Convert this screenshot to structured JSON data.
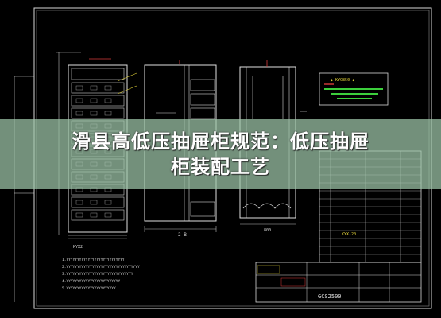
{
  "title": {
    "line1": "滑县高低压抽屉柜规范：低压抽屉",
    "line2": "柜装配工艺"
  },
  "drawing": {
    "dim_front": "800",
    "dim_side": "2 B",
    "panel_model": "GCS2500",
    "left_label": "KYX2",
    "legend_label": "◆ KYG850 ◆",
    "table_cell": "KYX-20",
    "notes": [
      "1.YYYYYYYYYYYYYYYYYYYYYYYYYYY",
      "2.YYYYYYYYYYYYYYYYYYYYYYYYYYYYYYYYYY",
      "3.YYYYYYYYYYYYYYYYYYYYYYYYYYYYYYY",
      "4.YYYYYYYYYYYYYYYYYYYYYYYYY",
      "5.YYYYYYYYYYYYYYYYYYYYYYY"
    ]
  },
  "colors": {
    "line_white": "#d8d8d8",
    "line_green": "#3ccf3c",
    "line_red": "#d93b3b",
    "line_yellow": "#e6d63a",
    "line_blue": "#5a7cff",
    "banner": "#a0c8aa"
  }
}
